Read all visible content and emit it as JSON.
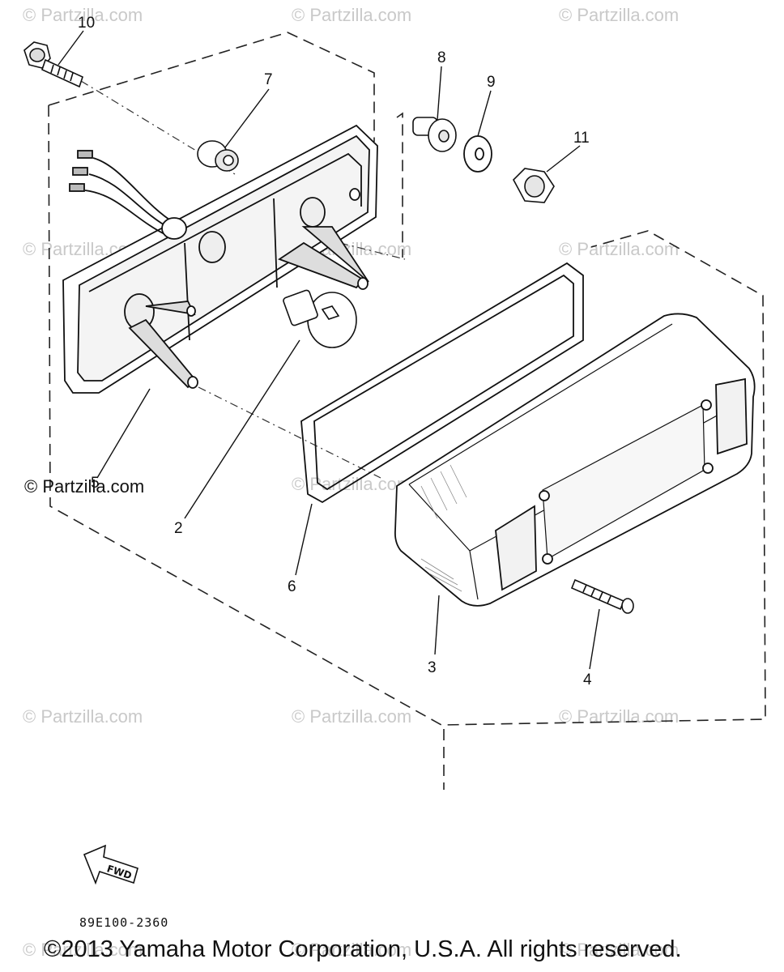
{
  "watermark": "© Partzilla.com",
  "credit": "© Partzilla.com",
  "diagram_code": "89E100-2360",
  "copyright": "©2013  Yamaha Motor Corporation, U.S.A. All rights reserved.",
  "fwd_label": "FWD",
  "callouts": {
    "c1": "10",
    "c2": "7",
    "c3": "8",
    "c4": "9",
    "c5": "11",
    "c6": "5",
    "c7": "2",
    "c8": "6",
    "c9": "3",
    "c10": "4"
  }
}
